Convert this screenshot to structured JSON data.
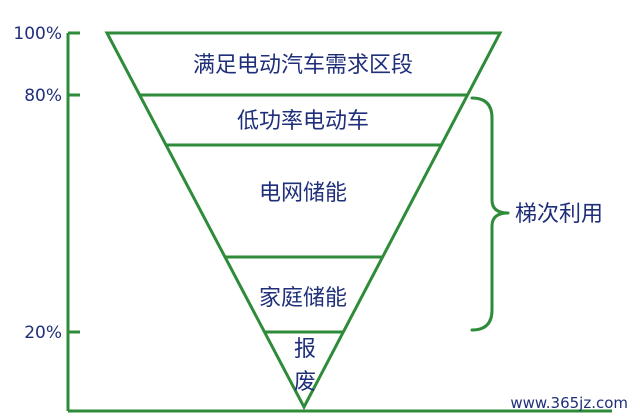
{
  "diagram": {
    "y_axis_labels": {
      "p100": "100%",
      "p80": "80%",
      "p20": "20%"
    },
    "bands": {
      "band1": "满足电动汽车需求区段",
      "band2": "低功率电动车",
      "band3": "电网储能",
      "band4": "家庭储能",
      "band5_line1": "报",
      "band5_line2": "废"
    },
    "bracket_label": "梯次利用",
    "watermark": "www.365jz.com"
  },
  "colors": {
    "line": "#2e8b3a",
    "text": "#1f2f7a",
    "background": "#ffffff"
  }
}
